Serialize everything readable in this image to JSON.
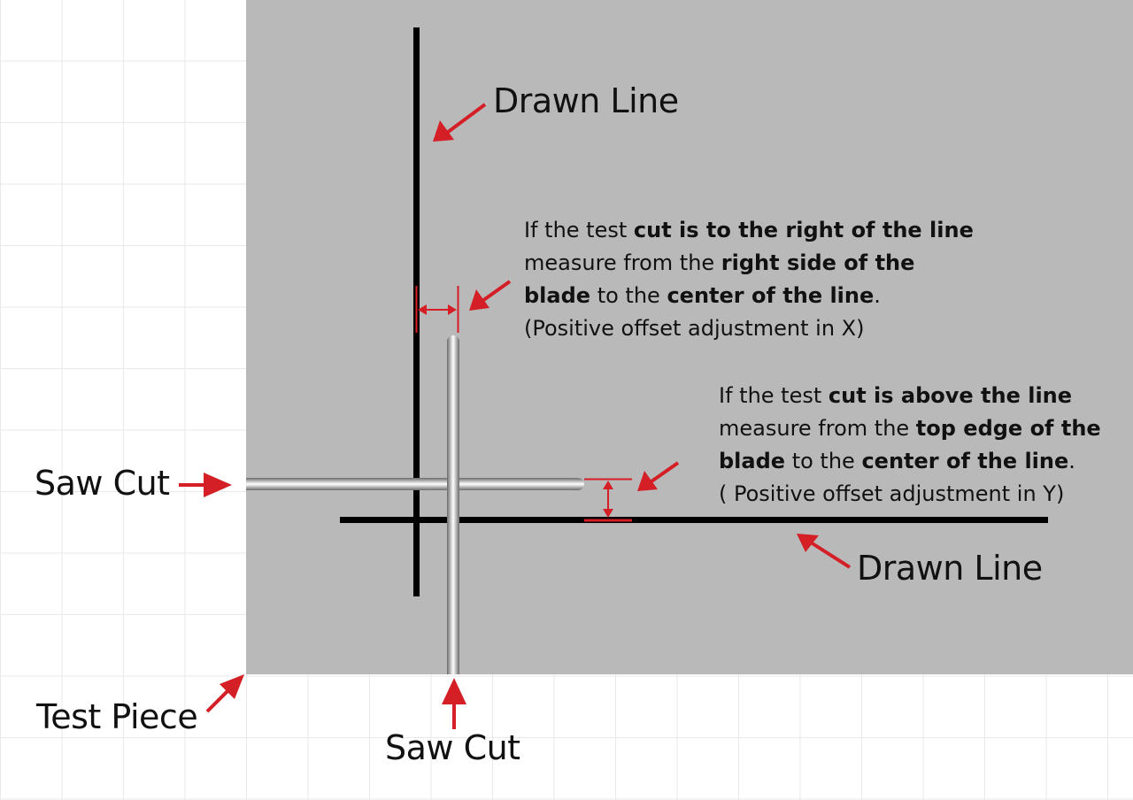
{
  "labels": {
    "drawn_line_top": "Drawn Line",
    "drawn_line_bottom": "Drawn Line",
    "saw_cut_left": "Saw Cut",
    "saw_cut_bottom": "Saw Cut",
    "test_piece": "Test Piece"
  },
  "note_x": {
    "l1_a": "If the test ",
    "l1_b": "cut is to the right of the line",
    "l2_a": "measure from the ",
    "l2_b": "right side of the",
    "l3_a": "blade",
    "l3_b": " to the ",
    "l3_c": "center of the line",
    "l3_d": ".",
    "l4": "(Positive offset adjustment in X)"
  },
  "note_y": {
    "l1_a": "If the test ",
    "l1_b": "cut is above the line",
    "l2_a": "measure from the ",
    "l2_b": "top edge of the",
    "l3_a": "blade",
    "l3_b": " to the ",
    "l3_c": "center of the line",
    "l3_d": ".",
    "l4": "( Positive offset adjustment in Y)"
  },
  "colors": {
    "arrow": "#d41f26",
    "test_piece": "#b9b9b9",
    "drawn_line": "#000000"
  }
}
